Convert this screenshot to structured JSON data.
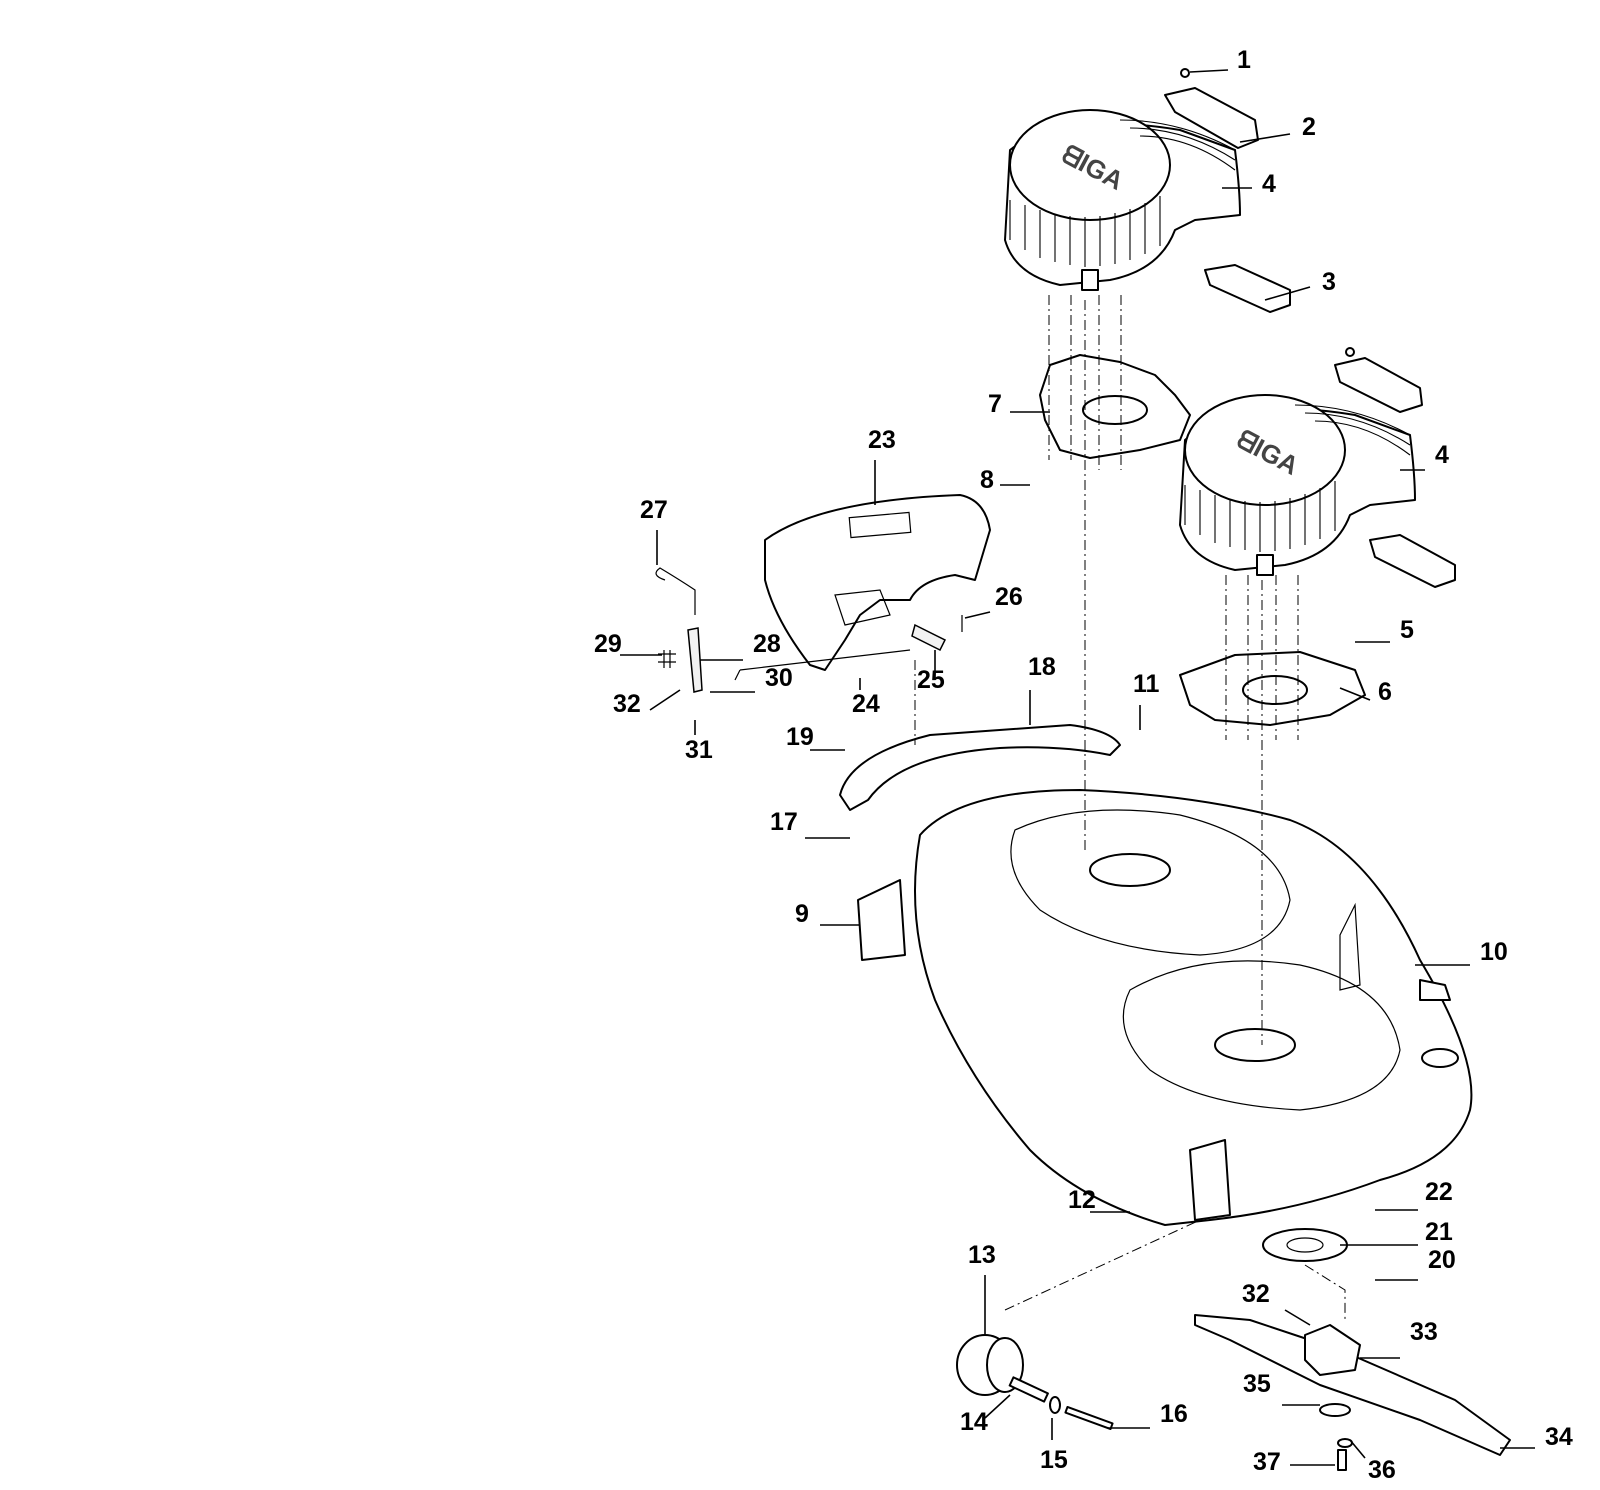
{
  "diagram": {
    "brand_mark": "ᗺIGA",
    "callouts": [
      {
        "id": "c1",
        "label": "1"
      },
      {
        "id": "c2",
        "label": "2"
      },
      {
        "id": "c4a",
        "label": "4"
      },
      {
        "id": "c3",
        "label": "3"
      },
      {
        "id": "c7",
        "label": "7"
      },
      {
        "id": "c4b",
        "label": "4"
      },
      {
        "id": "c8",
        "label": "8"
      },
      {
        "id": "c23",
        "label": "23"
      },
      {
        "id": "c27",
        "label": "27"
      },
      {
        "id": "c26",
        "label": "26"
      },
      {
        "id": "c5",
        "label": "5"
      },
      {
        "id": "c29",
        "label": "29"
      },
      {
        "id": "c28",
        "label": "28"
      },
      {
        "id": "c30",
        "label": "30"
      },
      {
        "id": "c25",
        "label": "25"
      },
      {
        "id": "c18",
        "label": "18"
      },
      {
        "id": "c6",
        "label": "6"
      },
      {
        "id": "c32a",
        "label": "32"
      },
      {
        "id": "c24",
        "label": "24"
      },
      {
        "id": "c11",
        "label": "11"
      },
      {
        "id": "c31",
        "label": "31"
      },
      {
        "id": "c19",
        "label": "19"
      },
      {
        "id": "c17",
        "label": "17"
      },
      {
        "id": "c9",
        "label": "9"
      },
      {
        "id": "c10",
        "label": "10"
      },
      {
        "id": "c12",
        "label": "12"
      },
      {
        "id": "c22",
        "label": "22"
      },
      {
        "id": "c21",
        "label": "21"
      },
      {
        "id": "c13",
        "label": "13"
      },
      {
        "id": "c20",
        "label": "20"
      },
      {
        "id": "c32b",
        "label": "32"
      },
      {
        "id": "c33",
        "label": "33"
      },
      {
        "id": "c35",
        "label": "35"
      },
      {
        "id": "c14",
        "label": "14"
      },
      {
        "id": "c16",
        "label": "16"
      },
      {
        "id": "c34",
        "label": "34"
      },
      {
        "id": "c15",
        "label": "15"
      },
      {
        "id": "c37",
        "label": "37"
      },
      {
        "id": "c36",
        "label": "36"
      }
    ]
  }
}
